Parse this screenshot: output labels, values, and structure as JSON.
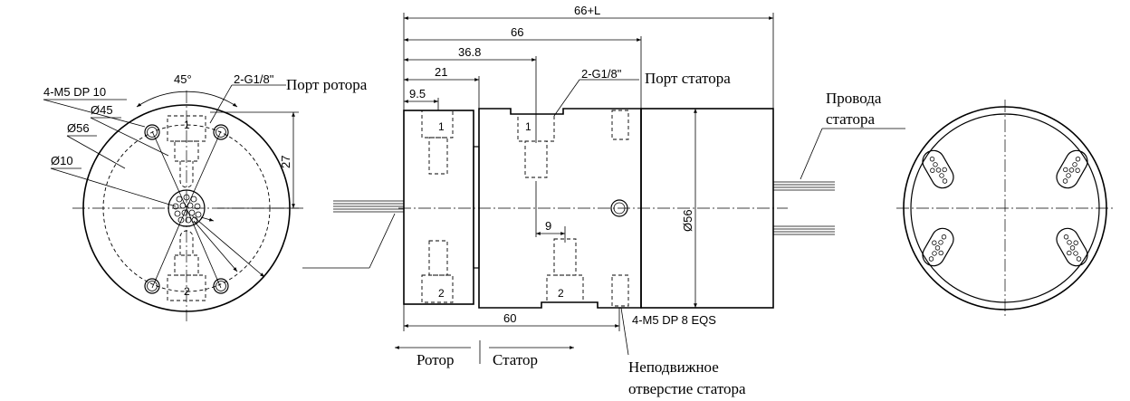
{
  "dimensions": {
    "overall_length": "66+L",
    "body_length": "66",
    "d_36_8": "36.8",
    "d_21": "21",
    "d_9_5": "9.5",
    "d_9": "9",
    "d_60": "60",
    "d_27": "27",
    "diameter_56_side": "Ø56"
  },
  "front_view": {
    "angle": "45°",
    "rotor_port_callout": "2-G1/8\"",
    "rotor_port_label": "Порт ротора",
    "thread_callout": "4-M5 DP 10",
    "d45": "Ø45",
    "d56": "Ø56",
    "d10": "Ø10",
    "port_1": "1",
    "port_2": "2"
  },
  "side_view": {
    "stator_port_callout": "2-G1/8\"",
    "stator_port_label": "Порт статора",
    "mount_callout": "4-M5 DP 8 EQS",
    "port_1": "1",
    "port_2": "2",
    "rotor_label": "Ротор",
    "stator_label": "Статор",
    "fixed_hole_line1": "Неподвижное",
    "fixed_hole_line2": "отверстие статора"
  },
  "rear_view": {
    "wires_line1": "Провода",
    "wires_line2": "статора"
  }
}
